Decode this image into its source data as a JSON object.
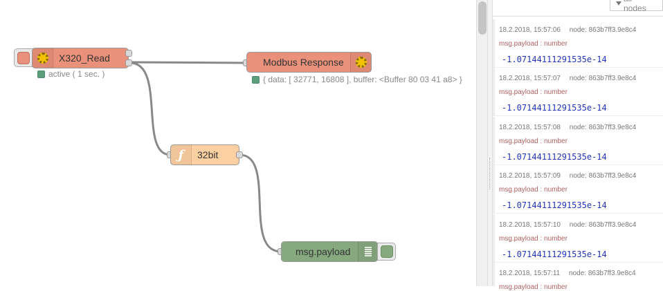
{
  "flow": {
    "nodes": {
      "x320_read": {
        "label": "X320_Read",
        "status": "active ( 1 sec. )"
      },
      "modbus_response": {
        "label": "Modbus Response",
        "status": "{ data: [ 32771, 16808 ], buffer: <Buffer 80 03 41 a8> }"
      },
      "function_32bit": {
        "label": "32bit",
        "icon_glyph": "ƒ"
      },
      "debug_payload": {
        "label": "msg.payload"
      }
    },
    "colors": {
      "modbus_node": "#e9917a",
      "function_node": "#fdd0a2",
      "debug_node": "#87a980",
      "status_green": "#5a9e7c",
      "wire": "#888888"
    }
  },
  "sidebar": {
    "filter_label": "all nodes",
    "messages": [
      {
        "timestamp": "18.2.2018, 15:57:06",
        "node": "node: 863b7ff3.9e8c4",
        "topic": "msg.payload : number",
        "value": "-1.07144111291535e-14"
      },
      {
        "timestamp": "18.2.2018, 15:57:07",
        "node": "node: 863b7ff3.9e8c4",
        "topic": "msg.payload : number",
        "value": "-1.07144111291535e-14"
      },
      {
        "timestamp": "18.2.2018, 15:57:08",
        "node": "node: 863b7ff3.9e8c4",
        "topic": "msg.payload : number",
        "value": "-1.07144111291535e-14"
      },
      {
        "timestamp": "18.2.2018, 15:57:09",
        "node": "node: 863b7ff3.9e8c4",
        "topic": "msg.payload : number",
        "value": "-1.07144111291535e-14"
      },
      {
        "timestamp": "18.2.2018, 15:57:10",
        "node": "node: 863b7ff3.9e8c4",
        "topic": "msg.payload : number",
        "value": "-1.07144111291535e-14"
      },
      {
        "timestamp": "18.2.2018, 15:57:11",
        "node": "node: 863b7ff3.9e8c4",
        "topic": "msg.payload : number",
        "value": ""
      }
    ]
  }
}
